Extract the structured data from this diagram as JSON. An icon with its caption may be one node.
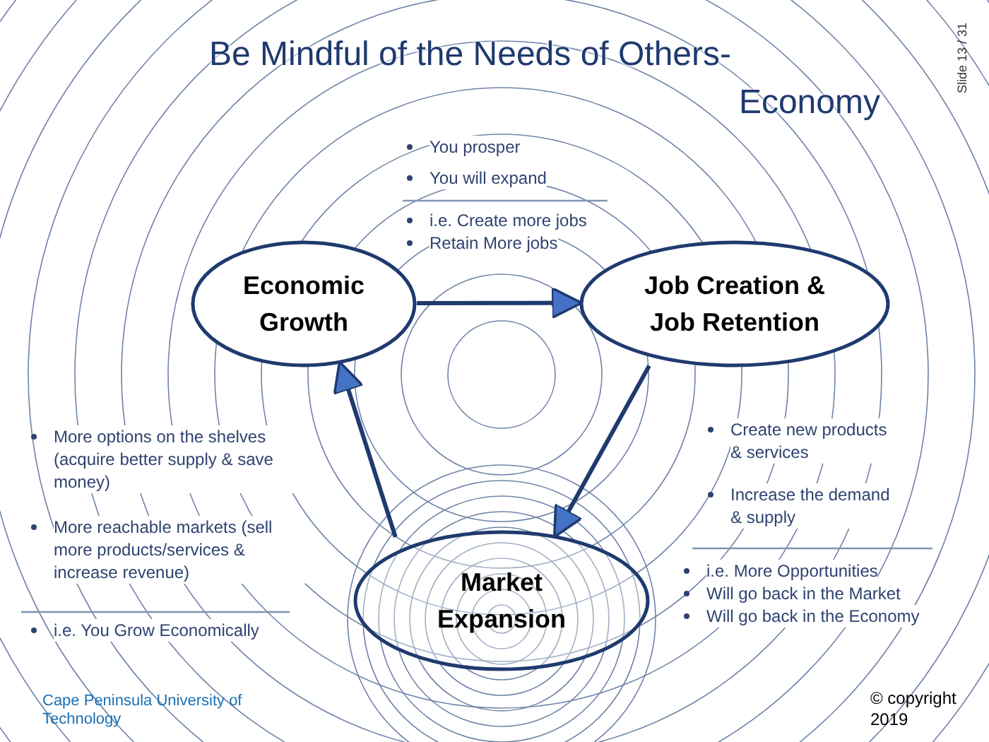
{
  "diagram": {
    "title": "Be Mindful of the Needs of Others- Economy",
    "nodes": [
      {
        "text": [
          "Economic Growth"
        ]
      },
      {
        "text": [
          "Job Creation & Job Retention"
        ]
      },
      {
        "text": [
          "Market Expansion"
        ]
      }
    ],
    "edges": [
      {
        "from": 0,
        "to": 1,
        "arrow": "to"
      },
      {
        "from": 2,
        "to": 0,
        "arrow": "to"
      },
      {
        "from": 1,
        "to": 2,
        "arrow": "to"
      }
    ],
    "labels": [
      "Slide 13 / 31",
      "You prosper",
      "You will expand",
      "i.e. Create more jobs",
      "Retain More jobs",
      "More options on the shelves (acquire better supply & save money)",
      "More reachable markets (sell more products/services & increase revenue)",
      "i.e. You Grow Economically",
      "Create new products & services",
      "Increase the demand & supply",
      "i.e. More Opportunities",
      "Will go back in the Market",
      "Will go back in the Economy",
      "Cape Peninsula University of Technology",
      "© copyright 2019"
    ]
  }
}
